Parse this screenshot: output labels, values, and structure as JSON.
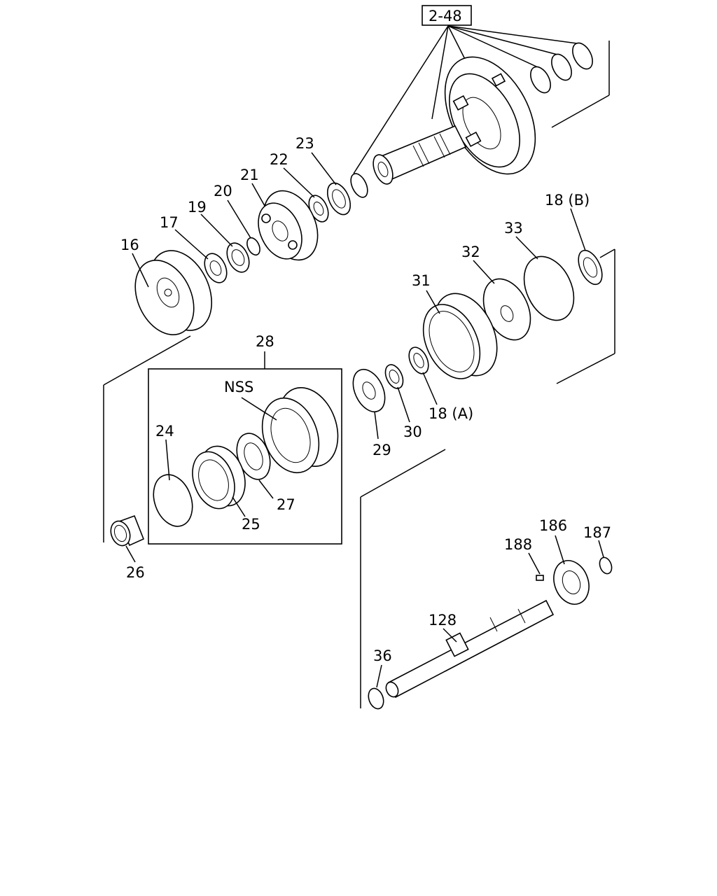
{
  "reference_box": "2-48",
  "labels": {
    "p16": "16",
    "p17": "17",
    "p19": "19",
    "p20": "20",
    "p21": "21",
    "p22": "22",
    "p23": "23",
    "p18b": "18 (B)",
    "p33": "33",
    "p32": "32",
    "p31": "31",
    "p18a": "18 (A)",
    "p30": "30",
    "p29": "29",
    "p28": "28",
    "nss": "NSS",
    "p24": "24",
    "p25": "25",
    "p27": "27",
    "p26": "26",
    "p188": "188",
    "p186": "186",
    "p187": "187",
    "p128": "128",
    "p36": "36"
  }
}
